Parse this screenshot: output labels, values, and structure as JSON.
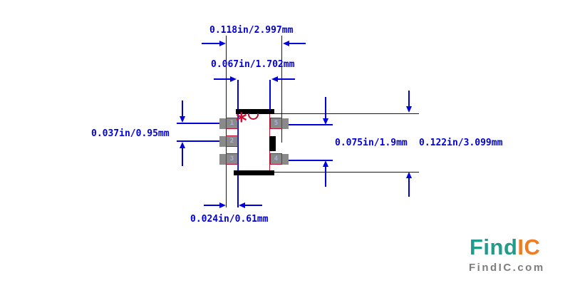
{
  "dimension_labels": {
    "top_outer": "0.118in/2.997mm",
    "top_inner": "0.067in/1.702mm",
    "left": "0.037in/0.95mm",
    "right_inner": "0.075in/1.9mm",
    "right_outer": "0.122in/3.099mm",
    "bottom": "0.024in/0.61mm"
  },
  "pads": {
    "left": [
      "1",
      "2",
      "3"
    ],
    "right": [
      "5",
      "4"
    ]
  },
  "marker": {
    "pin1_symbol": "*"
  },
  "logo": {
    "name_primary": "Find",
    "name_secondary": "IC",
    "site": "FindIC.com"
  },
  "colors": {
    "dimension": "#0000DD",
    "body_outline": "#C01030",
    "marker": "#D01030",
    "pad_fill": "#8A8A8A",
    "pad_number": "#A8B2E0",
    "bar": "#000000",
    "logo_teal": "#219B8B",
    "logo_orange": "#F07B21",
    "logo_gray": "#7E7E7E",
    "background": "#FFFFFF"
  }
}
